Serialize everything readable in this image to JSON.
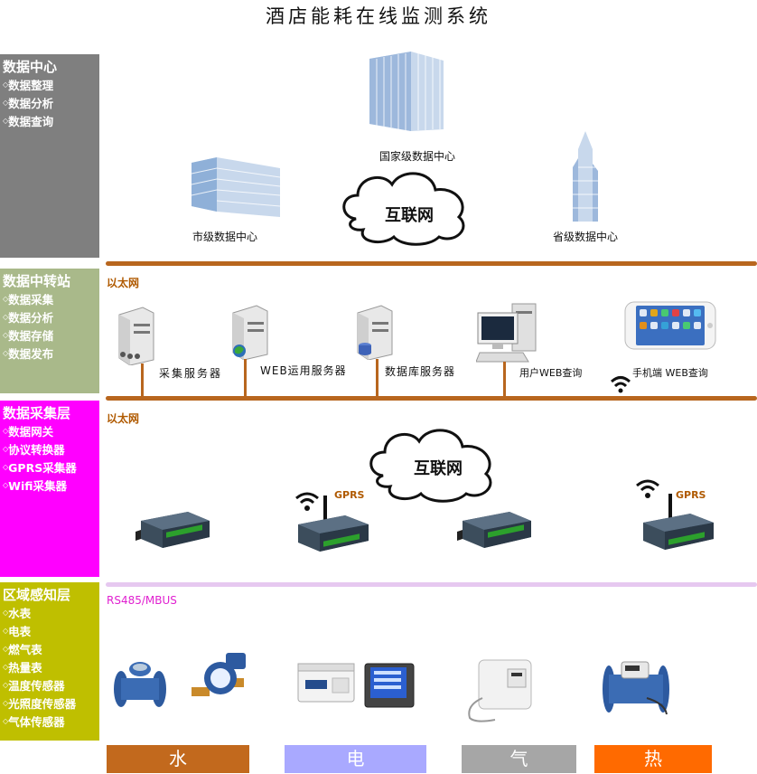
{
  "title": "酒店能耗在线监测系统",
  "colors": {
    "center": "#7f7f7f",
    "transfer": "#a9b98a",
    "collect": "#ff00ff",
    "sense": "#bfbf00",
    "bus_brown": "#b8661e",
    "bus_lilac": "#e6c8f0",
    "water": "#c2691d",
    "electric": "#a9a9ff",
    "gas": "#a6a6a6",
    "heat": "#ff6a00"
  },
  "layers": {
    "center": {
      "title": "数据中心",
      "items": [
        "数据整理",
        "数据分析",
        "数据查询"
      ]
    },
    "transfer": {
      "title": "数据中转站",
      "items": [
        "数据采集",
        "数据分析",
        "数据存储",
        "数据发布"
      ]
    },
    "collect": {
      "title": "数据采集层",
      "items": [
        "数据网关",
        "协议转换器",
        "GPRS采集器",
        "Wifi采集器"
      ]
    },
    "sense": {
      "title": "区域感知层",
      "items": [
        "水表",
        "电表",
        "燃气表",
        "热量表",
        "温度传感器",
        "光照度传感器",
        "气体传感器"
      ]
    }
  },
  "datacenter": {
    "national": "国家级数据中心",
    "city": "市级数据中心",
    "province": "省级数据中心",
    "cloud": "互联网"
  },
  "transfer": {
    "network": "以太网",
    "servers": [
      "采集服务器",
      "WEB运用服务器",
      "数据库服务器",
      "用户WEB查询",
      "手机端 WEB查询"
    ]
  },
  "collect": {
    "network": "以太网",
    "cloud": "互联网",
    "gprs": "GPRS"
  },
  "sense": {
    "bus": "RS485/MBUS"
  },
  "categories": [
    "水",
    "电",
    "气",
    "热"
  ]
}
